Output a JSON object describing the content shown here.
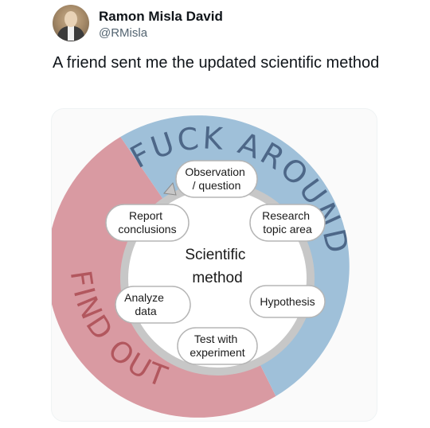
{
  "author": {
    "display_name": "Ramon Misla David",
    "handle": "@RMisla"
  },
  "tweet": {
    "text": "A friend sent me the updated scientific method"
  },
  "diagram": {
    "outer_top_label": "FUCK AROUND",
    "outer_bottom_label": "FIND OUT",
    "center_label_line1": "Scientific",
    "center_label_line2": "method",
    "steps": {
      "observation": [
        "Observation",
        "/ question"
      ],
      "research": [
        "Research",
        "topic area"
      ],
      "hypothesis": [
        "Hypothesis"
      ],
      "test": [
        "Test with",
        "experiment"
      ],
      "analyze": [
        "Analyze",
        "data"
      ],
      "report": [
        "Report",
        "conclusions"
      ]
    },
    "colors": {
      "fuck_around": "#9fc0d9",
      "find_out": "#d99aa2",
      "label_text": "#4d6788",
      "find_out_text": "#b2575e",
      "ring": "#c7c7c7",
      "inner": "#ffffff"
    }
  }
}
